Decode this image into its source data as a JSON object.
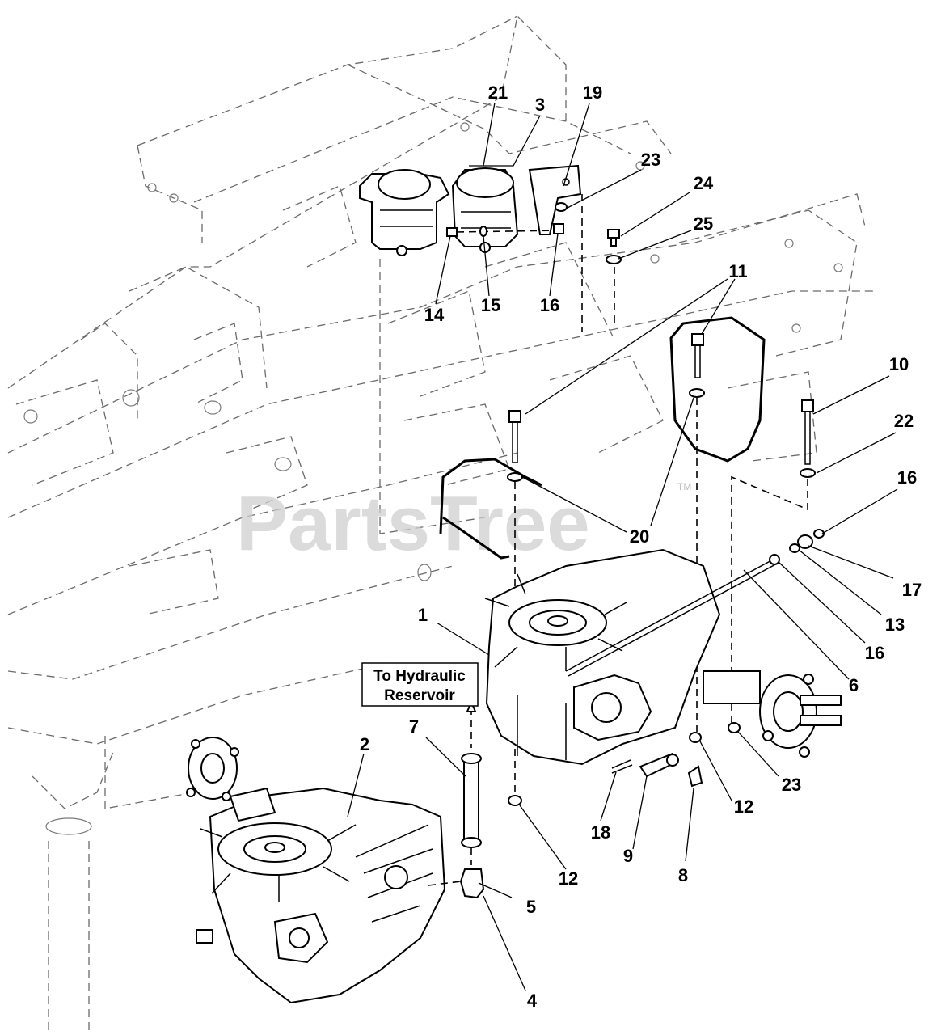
{
  "watermark": {
    "text": "PartsTree",
    "trademark": "TM"
  },
  "note": {
    "line1": "To Hydraulic",
    "line2": "Reservoir"
  },
  "callouts": [
    {
      "id": "c21",
      "text": "21"
    },
    {
      "id": "c3",
      "text": "3"
    },
    {
      "id": "c19",
      "text": "19"
    },
    {
      "id": "c23a",
      "text": "23"
    },
    {
      "id": "c24",
      "text": "24"
    },
    {
      "id": "c25",
      "text": "25"
    },
    {
      "id": "c14",
      "text": "14"
    },
    {
      "id": "c15",
      "text": "15"
    },
    {
      "id": "c16a",
      "text": "16"
    },
    {
      "id": "c11",
      "text": "11"
    },
    {
      "id": "c10",
      "text": "10"
    },
    {
      "id": "c22",
      "text": "22"
    },
    {
      "id": "c16b",
      "text": "16"
    },
    {
      "id": "c20",
      "text": "20"
    },
    {
      "id": "c17",
      "text": "17"
    },
    {
      "id": "c13",
      "text": "13"
    },
    {
      "id": "c16c",
      "text": "16"
    },
    {
      "id": "c1",
      "text": "1"
    },
    {
      "id": "c6",
      "text": "6"
    },
    {
      "id": "c7",
      "text": "7"
    },
    {
      "id": "c2",
      "text": "2"
    },
    {
      "id": "c23b",
      "text": "23"
    },
    {
      "id": "c12a",
      "text": "12"
    },
    {
      "id": "c18",
      "text": "18"
    },
    {
      "id": "c9",
      "text": "9"
    },
    {
      "id": "c8",
      "text": "8"
    },
    {
      "id": "c12b",
      "text": "12"
    },
    {
      "id": "c5",
      "text": "5"
    },
    {
      "id": "c4",
      "text": "4"
    }
  ]
}
